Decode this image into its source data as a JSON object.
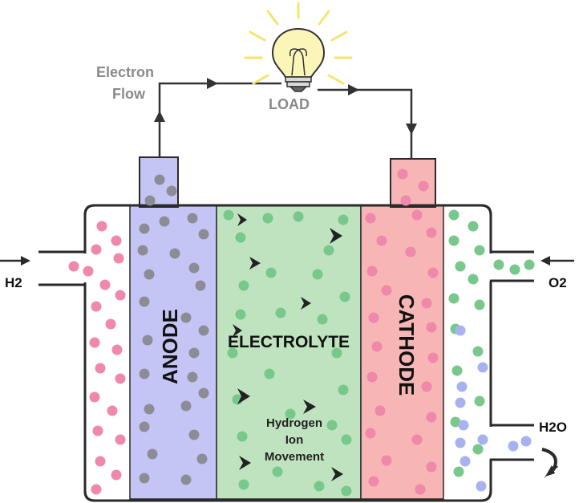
{
  "labels": {
    "electron_flow_line1": "Electron",
    "electron_flow_line2": "Flow",
    "load": "LOAD",
    "anode": "ANODE",
    "cathode": "CATHODE",
    "electrolyte": "ELECTROLYTE",
    "hydrogen_ion_line1": "Hydrogen",
    "hydrogen_ion_line2": "Ion",
    "hydrogen_ion_line3": "Movement",
    "h2": "H2",
    "o2": "O2",
    "h2o": "H2O"
  },
  "colors": {
    "anode": "#c5c5f5",
    "electrolyte": "#bfe3bf",
    "cathode": "#f7b5b5",
    "hydrogen_particle": "#ef88aa",
    "oxygen_particle": "#78c88c",
    "water_particle": "#a8b2f0",
    "gray_particle": "#8c8c96",
    "wire": "#333333",
    "bulb_glow": "#f5e46a",
    "gray_label": "#8a8a8a"
  },
  "icons": {
    "bulb": "light-bulb-icon",
    "h2o_outlet": "curved-arrow-icon"
  }
}
